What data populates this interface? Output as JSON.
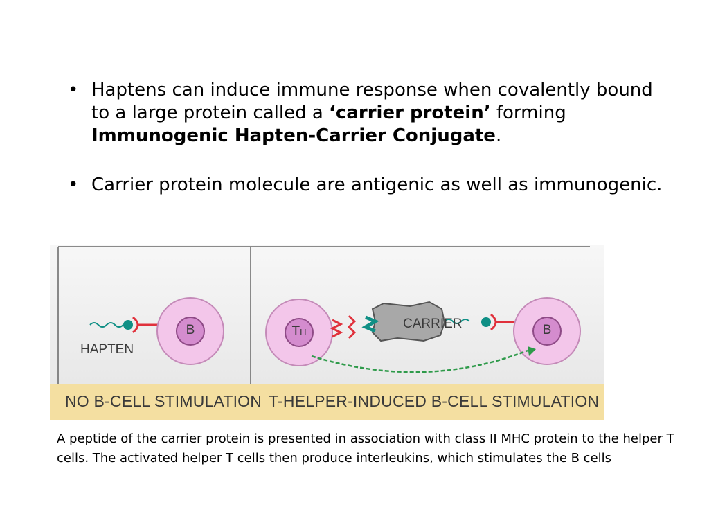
{
  "bullets": [
    {
      "marker": "•",
      "text_1": "Haptens can induce immune response when covalently bound to a large protein called a ",
      "bold_1": "‘carrier protein’",
      "text_2": " forming ",
      "bold_2": "Immunogenic Hapten-Carrier Conjugate",
      "text_3": "."
    },
    {
      "marker": "•",
      "text_1": "Carrier protein molecule are antigenic as well as immunogenic."
    }
  ],
  "figure": {
    "hapten_label": "HAPTEN",
    "left_cell_label": "B",
    "th_label_main": "T",
    "th_label_sub": "H",
    "carrier_label": "CARRIER",
    "right_cell_label": "B",
    "caption_left": "NO B-CELL STIMULATION",
    "caption_right": "T-HELPER-INDUCED B-CELL STIMULATION",
    "colors": {
      "cell_fill": "#f3c6ea",
      "nucleus_fill": "#d48cce",
      "receptor": "#e0313c",
      "hapten": "#0f8f85",
      "carrier": "#a8a8a8",
      "signal": "#2e9a4a",
      "caption_bar": "#f4dfa1"
    }
  },
  "description": "A peptide of the carrier protein is presented in association with class II MHC protein to the helper T cells. The activated helper T cells then produce interleukins, which stimulates the B cells"
}
